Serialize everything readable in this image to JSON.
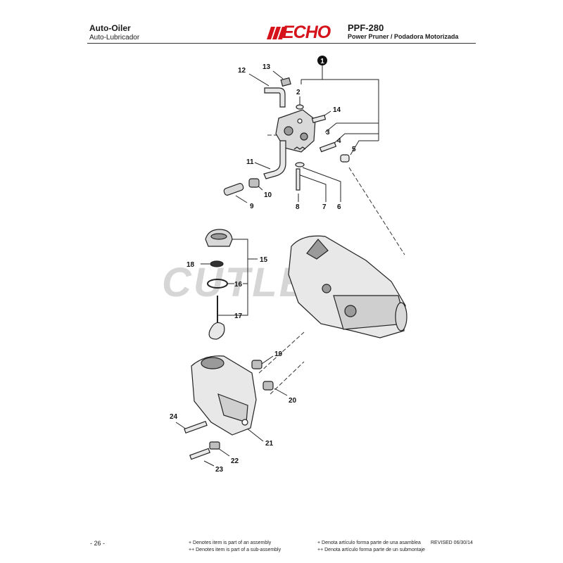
{
  "header": {
    "title": "Auto-Oiler",
    "subtitle": "Auto-Lubricador",
    "brand": "ECHO",
    "model": "PPF-280",
    "model_desc": "Power Pruner / Podadora Motorizada"
  },
  "watermark": "CUTLERS",
  "assembly_marker": "1",
  "callouts": [
    "2",
    "3",
    "4",
    "5",
    "6",
    "7",
    "8",
    "9",
    "10",
    "11",
    "12",
    "13",
    "14",
    "15",
    "16",
    "17",
    "18",
    "19",
    "20",
    "21",
    "22",
    "23",
    "24"
  ],
  "footer": {
    "page": "- 26 -",
    "note_assembly_en": "+ Denotes item is part of an assembly",
    "note_subassembly_en": "++ Denotes item is part of a sub-assembly",
    "note_assembly_es": "+ Denota artículo forma parte de una asamblea",
    "note_subassembly_es": "++ Denota artículo forma parte de un submontaje",
    "revised": "REVISED 06/30/14"
  },
  "colors": {
    "brand_red": "#d6121b",
    "line": "#222222",
    "part_fill": "#e8e8e8",
    "part_shade": "#9a9a9a"
  }
}
